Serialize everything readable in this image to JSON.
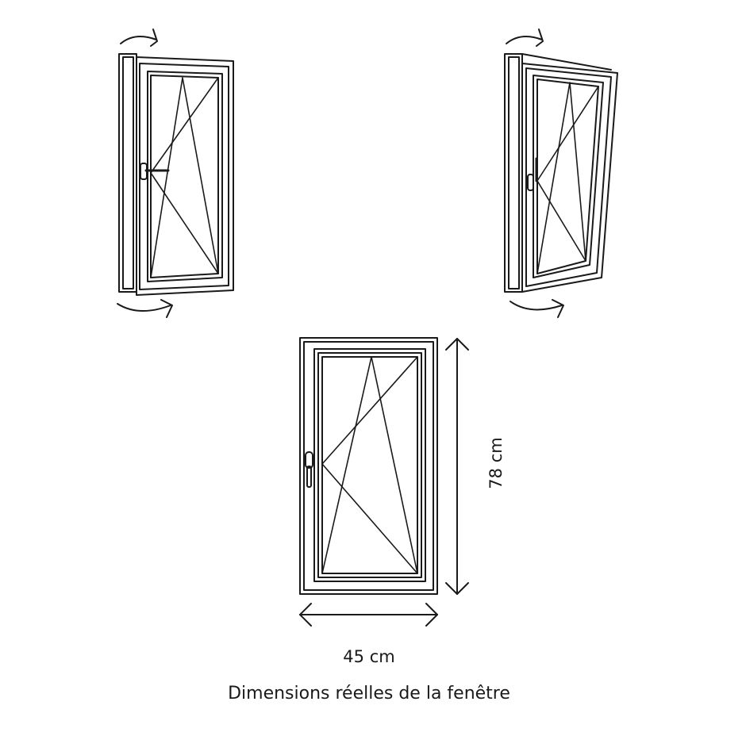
{
  "dimensions": {
    "width": "45 cm",
    "height": "78 cm"
  },
  "caption": "Dimensions réelles de la fenêtre",
  "views": {
    "side_opening": {
      "icon": "window-side-opening-icon"
    },
    "tilt_opening": {
      "icon": "window-tilt-opening-icon"
    },
    "front_view": {
      "icon": "window-front-view-icon"
    }
  }
}
